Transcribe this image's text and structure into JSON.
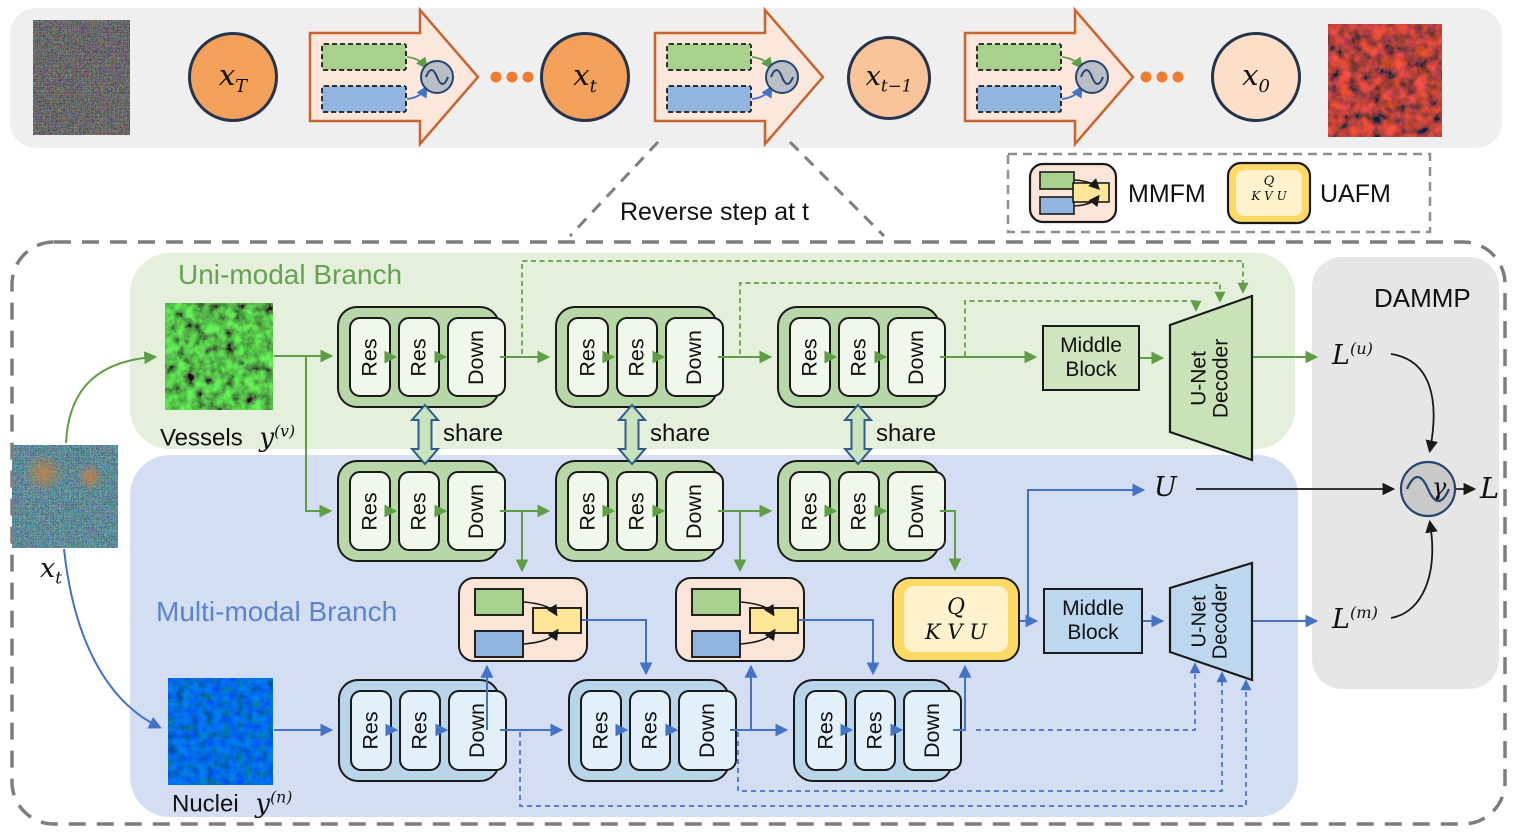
{
  "colors": {
    "band_bg": "#f0efef",
    "green_bg": "#e4efdc",
    "blue_bg": "#d4def2",
    "dammp_bg": "#e7e6e6",
    "green_accent": "#5f9e47",
    "blue_accent": "#4472c4",
    "orange_accent": "#ed7d31",
    "arrow_fill": "#fbe7db",
    "arrow_border": "#c8652f",
    "node_fill_dark": "#f2a05a",
    "node_fill_mid": "#f9c499",
    "node_fill_light": "#fcdfc6",
    "green_block": "#b7d7a8",
    "blue_block": "#b9d5ea",
    "mmfm_fill": "#fbe5d6",
    "uafm_fill": "#ffd966",
    "uafm_inner": "#fff2cc",
    "yellow_rect": "#ffe699",
    "dashed_border": "#7d7d7d"
  },
  "top_band": {
    "nodes": [
      {
        "base": "x",
        "sub": "T"
      },
      {
        "base": "x",
        "sub": "t"
      },
      {
        "base": "x",
        "sub": "t−1"
      },
      {
        "base": "x",
        "sub": "0"
      }
    ]
  },
  "legend": {
    "mmfm_label": "MMFM",
    "uafm_label": "UAFM",
    "uafm_icon": {
      "q": "Q",
      "kvu": "K V U"
    }
  },
  "reverse_step_label": "Reverse step at t",
  "blocks": {
    "cells": [
      "Res",
      "Res",
      "Down"
    ]
  },
  "uni_branch": {
    "title": "Uni-modal Branch",
    "input_label": "Vessels",
    "input_math": {
      "base": "y",
      "sup": "(v)"
    },
    "share_label": "share",
    "middle_block": "Middle Block",
    "decoder": "U-Net Decoder",
    "loss": {
      "base": "L",
      "sup": "(u)"
    }
  },
  "multi_branch": {
    "title": "Multi-modal Branch",
    "input_label": "Nuclei",
    "input_math": {
      "base": "y",
      "sup": "(n)"
    },
    "noise_input": {
      "base": "x",
      "sub": "t"
    },
    "uafm": {
      "q": "Q",
      "kvu": "K V U"
    },
    "u_label": "U",
    "middle_block": "Middle Block",
    "decoder": "U-Net Decoder",
    "loss": {
      "base": "L",
      "sup": "(m)"
    }
  },
  "dammp": {
    "title": "DAMMP",
    "gamma": "γ",
    "output": "L"
  }
}
